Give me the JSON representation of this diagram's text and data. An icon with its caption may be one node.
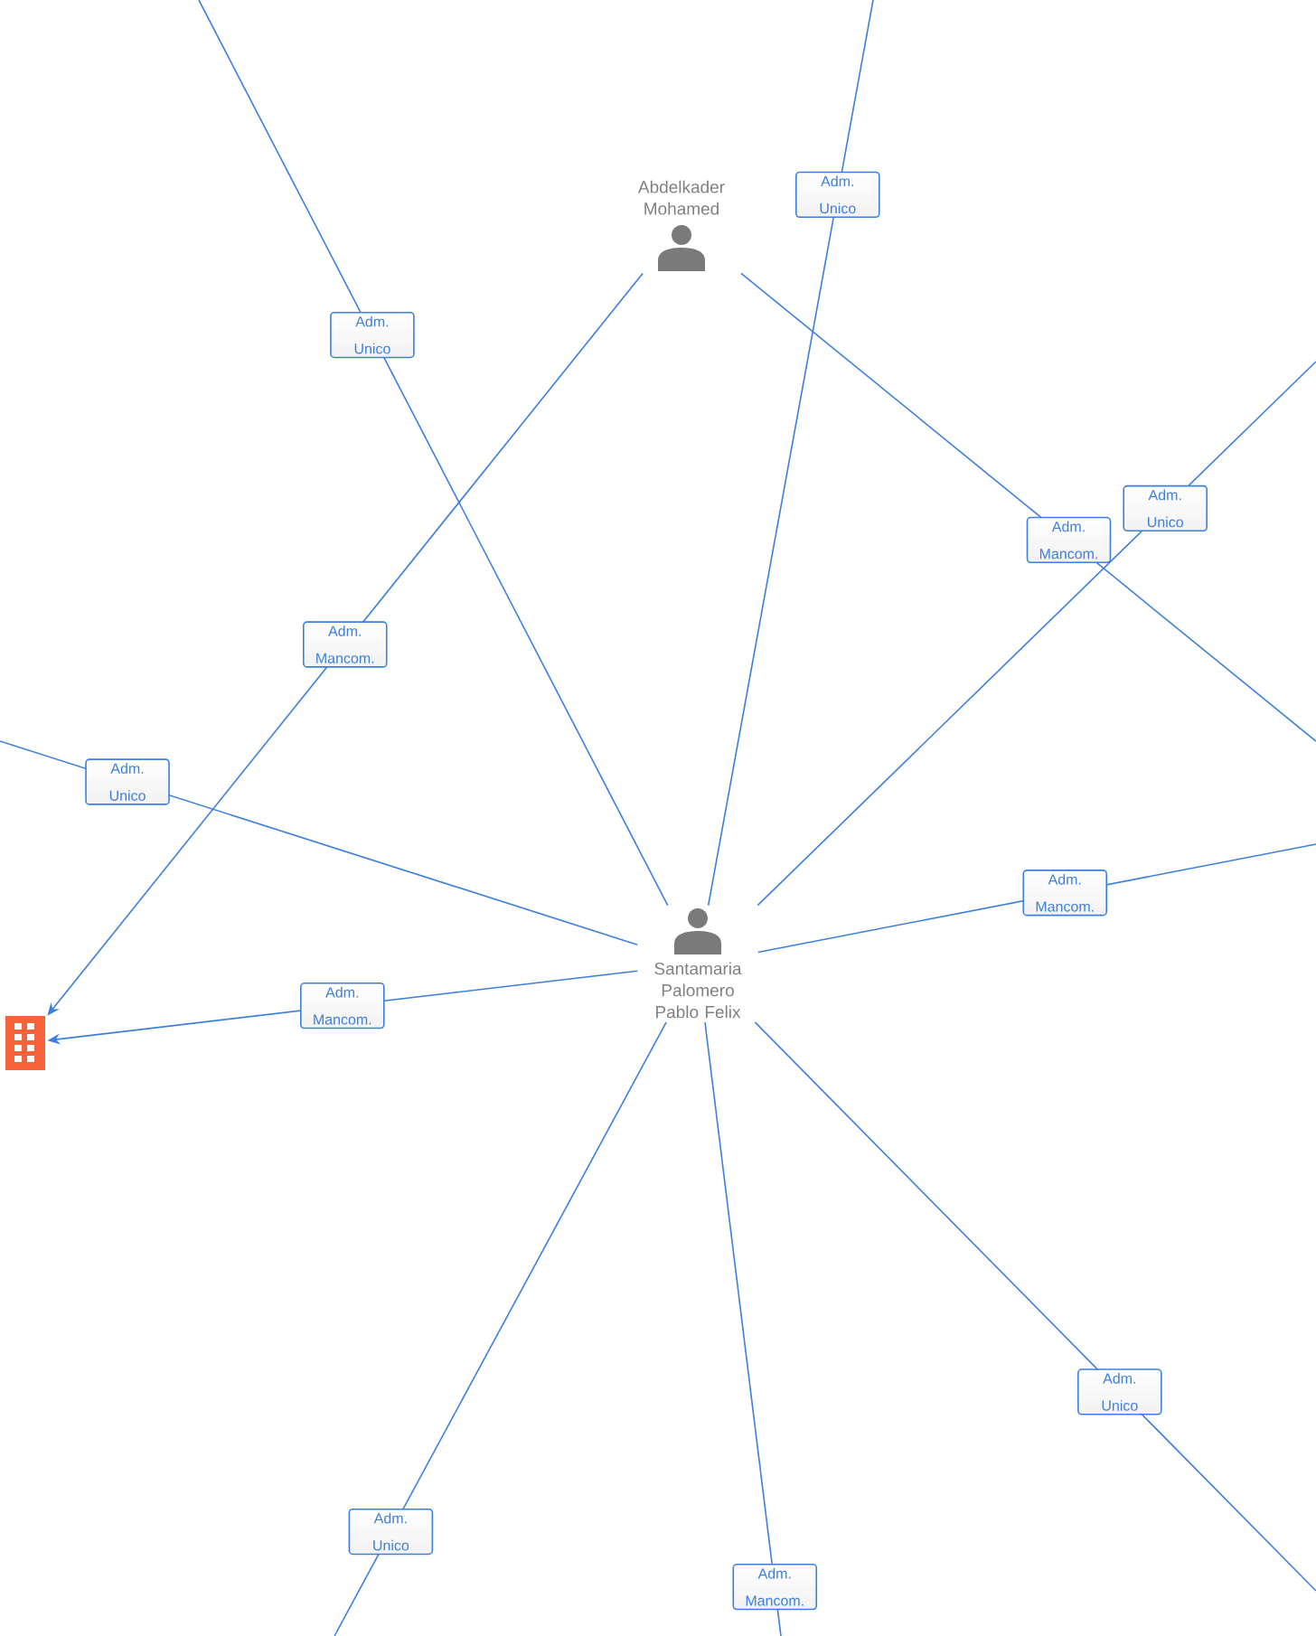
{
  "diagram": {
    "nodes": [
      {
        "text": [
          "Abdelkader Mohamed"
        ]
      },
      {
        "text": [
          "Santamaria Palomero Pablo Felix"
        ]
      },
      {
        "text": [],
        "shape": "building"
      }
    ],
    "edges": [
      {
        "from": 0,
        "to": 2,
        "arrow": "to",
        "label": "Adm. Mancom."
      },
      {
        "from": 1,
        "to": 2,
        "arrow": "to",
        "label": "Adm. Mancom."
      },
      {
        "from": 1,
        "to": null,
        "arrow": "none",
        "label": "Adm. Unico"
      },
      {
        "from": 1,
        "to": null,
        "arrow": "none",
        "label": "Adm. Unico"
      },
      {
        "from": 0,
        "to": null,
        "arrow": "none",
        "label": "Adm. Mancom."
      },
      {
        "from": 1,
        "to": null,
        "arrow": "none",
        "label": "Adm. Unico"
      },
      {
        "from": 1,
        "to": null,
        "arrow": "none",
        "label": "Adm. Mancom."
      },
      {
        "from": 1,
        "to": null,
        "arrow": "none",
        "label": "Adm. Unico"
      },
      {
        "from": 1,
        "to": null,
        "arrow": "none",
        "label": "Adm. Unico"
      },
      {
        "from": 1,
        "to": null,
        "arrow": "none",
        "label": "Adm. Mancom."
      },
      {
        "from": 1,
        "to": null,
        "arrow": "none",
        "label": "Adm. Unico"
      }
    ]
  }
}
